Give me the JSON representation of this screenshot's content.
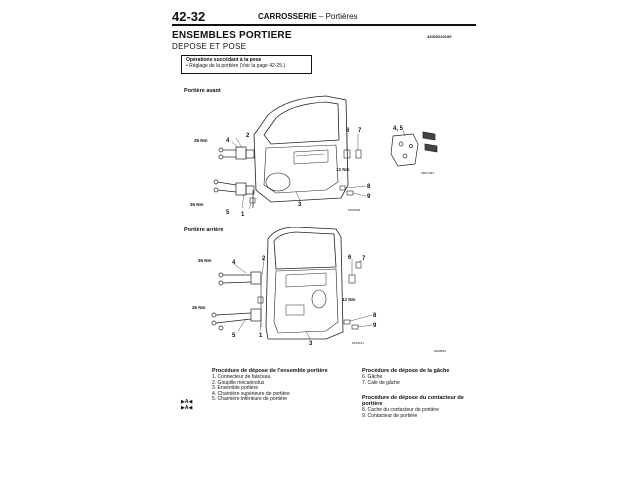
{
  "header": {
    "page_number": "42-32",
    "section": "CARROSSERIE",
    "subsection": "– Portières",
    "main_heading": "ENSEMBLES PORTIERE",
    "doc_code": "42000220199",
    "sub_heading": "DEPOSE ET POSE"
  },
  "operations_box": {
    "title": "Opérations succédant à la pose",
    "item": "•  Réglage de la portière (Voir la page 42-25.)"
  },
  "front_door": {
    "label": "Portière avant",
    "callouts": [
      "1",
      "2",
      "3",
      "4",
      "5",
      "6",
      "7",
      "8",
      "9",
      "4, 5"
    ],
    "torque_values": [
      "26 Nm",
      "26 Nm",
      "12 Nm"
    ],
    "figure_code": "18V0198",
    "detail_code": "ABO7493"
  },
  "rear_door": {
    "label": "Portière arrière",
    "callouts": [
      "1",
      "2",
      "3",
      "4",
      "5",
      "6",
      "7",
      "8",
      "9"
    ],
    "torque_values": [
      "26 Nm",
      "26 Nm",
      "12 Nm"
    ],
    "figure_code": "18V0197",
    "doc_code": "00005849"
  },
  "procedures": {
    "door_assembly": {
      "title": "Procédure de dépose de l'ensemble portière",
      "items": [
        "1. Connecteur de faisceau",
        "2. Goupille mécanindus",
        "3. Ensemble portière",
        "4. Charnière supérieure de portière",
        "5. Charnière inférieure de portière"
      ],
      "markers": [
        "▶A◀",
        "▶A◀"
      ]
    },
    "striker": {
      "title": "Procédure de dépose de la gâche",
      "items": [
        "6. Gâche",
        "7. Cale de gâche"
      ]
    },
    "door_switch": {
      "title": "Procédure de dépose du contacteur de portière",
      "items": [
        "8. Cache du contacteur de portière",
        "9. Contacteur de portière"
      ]
    }
  }
}
